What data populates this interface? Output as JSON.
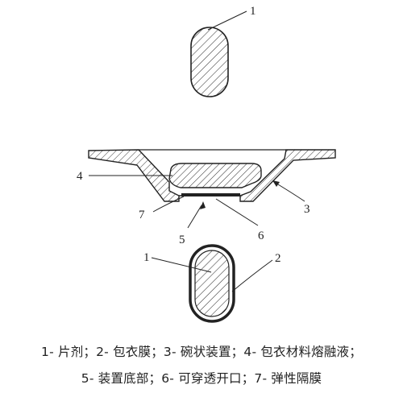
{
  "labels": {
    "l1_top": "1",
    "l1_bottom": "1",
    "l2": "2",
    "l3": "3",
    "l4": "4",
    "l5": "5",
    "l6": "6",
    "l7": "7"
  },
  "caption": {
    "line1": "1- 片剂；2- 包衣膜；3- 碗状装置；4- 包衣材料熔融液；",
    "line2": "5- 装置底部；6- 可穿透开口；7- 弹性隔膜"
  }
}
